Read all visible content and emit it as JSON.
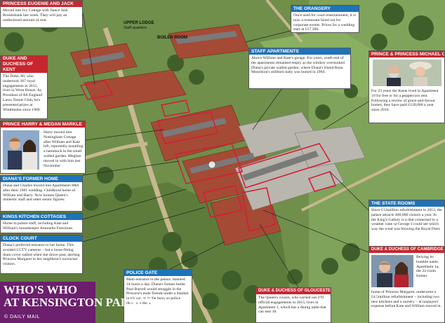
{
  "title_line1": "WHO'S WHO",
  "title_line2": "AT KENSINGTON PALACE",
  "credit": "© DAILY MAIL",
  "colors": {
    "royal_header": "#c8262f",
    "building_header": "#1f73b7",
    "title_bg": "#6b1f6d",
    "outline": "#d0203a"
  },
  "location_labels": {
    "upper_lodge": "UPPER LODGE",
    "upper_lodge_sub": "Staff quarters",
    "boiler_room": "BOILER ROOM"
  },
  "boxes": {
    "eugenie": {
      "header": "PRINCESS EUGENIE AND JACK",
      "body": "Moved into Ivy Cottage with fiance Jack Brooksbank last week. They will pay an undisclosed amount of rent."
    },
    "kent": {
      "header": "DUKE AND DUCHESS OF KENT",
      "body": "The Duke, 80, who undertook 367 royal engagements in 2015, lives in Wren House. As President of All England Lawn Tennis Club, he's presented prizes at Wimbledon since 1969."
    },
    "harry": {
      "header": "PRINCE HARRY & MEGAN MARKLE",
      "body": "Harry moved into Nottingham Cottage after William and Kate left, reportedly installing a hammock in the small walled garden. Meghan moved in with him last November."
    },
    "diana": {
      "header": "DIANA'S FORMER HOME",
      "body": "Diana and Charles moved into Apartments 8&9 after their 1981 wedding. Childhood home of William and Harry. Now houses Queen's domestic staff and other senior figures."
    },
    "kings_kitchen": {
      "header": "KINGS KITCHEN COTTAGES",
      "body": "Home to palace staff, including Kate and William's housekeeper Antonella Fresolone."
    },
    "clock": {
      "header": "CLOCK COURT",
      "body": "Diana's preferred entrance to her home. This avoided CCTV cameras – but a loose-fitting drain cover rattled when she drove past, alerting Princess Margaret to her neighbour's nocturnal visitors."
    },
    "orangery": {
      "header": "THE ORANGERY",
      "body": "Once used for court entertainment, it is now a restaurant hired out for corporate events. Prices for a wedding start at £17,500."
    },
    "staff_apartments": {
      "header": "STAFF APARTMENTS",
      "body": "Above William and Kate's garage. For years, south end of the apartments remained empty as the window overlooked Diana's private walled garden, where Diana's friend Rosa Monckton's stillborn baby was buried in 1994."
    },
    "michael_kent": {
      "header": "PRINCE & PRINCESS MICHAEL OF KENT",
      "body": "For 23 years the Kents lived in Apartment 10 for free or for a peppercorn rent. Following a review of grace-and-favour homes, they have paid £120,000 a year since 2010."
    },
    "state_rooms": {
      "header": "THE STATE ROOMS",
      "body": "Since £12million refurbishment in 2012, the palace attracts 400,000 visitors a year. In the King's Gallery is a dial connected to a weather vane so George I could see which way the wind was blowing the Royal Fleet."
    },
    "cambridge": {
      "header": "DUKE & DUCHESS OF CAMBRIDGE",
      "body_side": "Belying its humble name, Apartment 1a, the 22-room former",
      "body_bottom": "home of Princess Margaret, underwent a £4.5million refurbishment – including two new kitchens and a nursery – at taxpayers' expense before Kate and William moved in."
    },
    "gloucester": {
      "header": "DUKE & DUCHESS OF GLOUCESTER",
      "body": "The Queen's cousin, who carried out 270 official engagements in 2015, lives in Apartment 1, which has a dining table that can seat 18."
    },
    "police_gate": {
      "header": "POLICE GATE",
      "body": "Main entrance to the palace, manned 24 hours a day. Diana's former butler Paul Burrell would smuggle in the Princess's male friends under a blanket in his car, or in the boot, so police didn't see them."
    }
  }
}
